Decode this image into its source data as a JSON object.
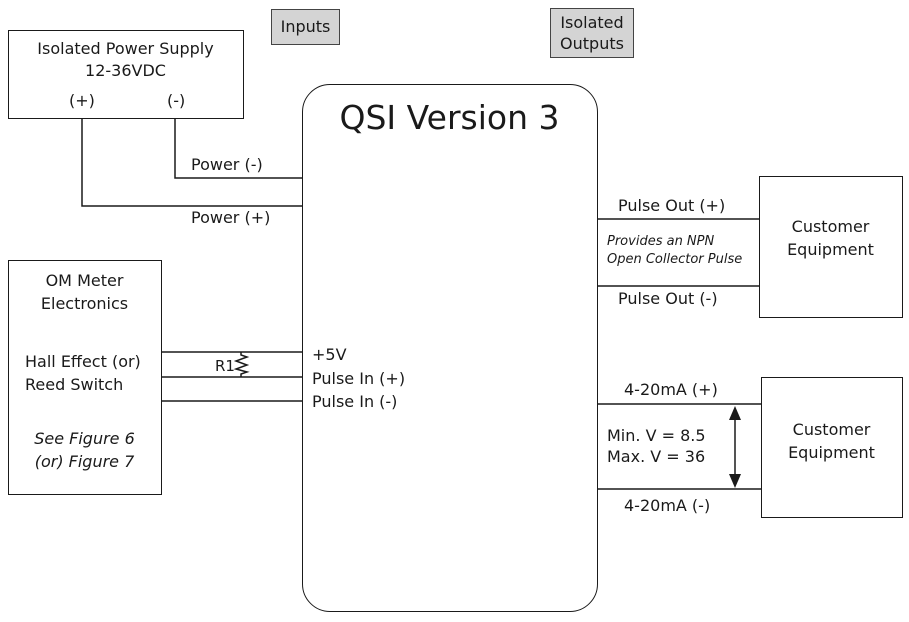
{
  "tags": {
    "inputs": "Inputs",
    "outputs_line1": "Isolated",
    "outputs_line2": "Outputs"
  },
  "power_supply": {
    "line1": "Isolated Power Supply",
    "line2": "12-36VDC",
    "plus": "(+)",
    "minus": "(-)"
  },
  "qsi": {
    "title": "QSI Version 3"
  },
  "wires": {
    "power_minus": "Power (-)",
    "power_plus": "Power (+)",
    "plus5v": "+5V",
    "pulse_in_plus": "Pulse In (+)",
    "pulse_in_minus": "Pulse In (-)",
    "pulse_out_plus": "Pulse Out (+)",
    "pulse_out_minus": "Pulse Out (-)",
    "ma_plus": "4-20mA (+)",
    "ma_minus": "4-20mA (-)"
  },
  "meter": {
    "line1": "OM Meter",
    "line2": "Electronics",
    "line3": "Hall Effect (or)",
    "line4": "Reed Switch",
    "line5": "See Figure 6",
    "line6": "(or) Figure 7"
  },
  "resistor": {
    "label": "R1"
  },
  "npn_note": {
    "line1": "Provides an NPN",
    "line2": "Open Collector Pulse"
  },
  "voltage": {
    "min": "Min. V = 8.5",
    "max": "Max. V = 36"
  },
  "customer1": {
    "line1": "Customer",
    "line2": "Equipment"
  },
  "customer2": {
    "line1": "Customer",
    "line2": "Equipment"
  }
}
